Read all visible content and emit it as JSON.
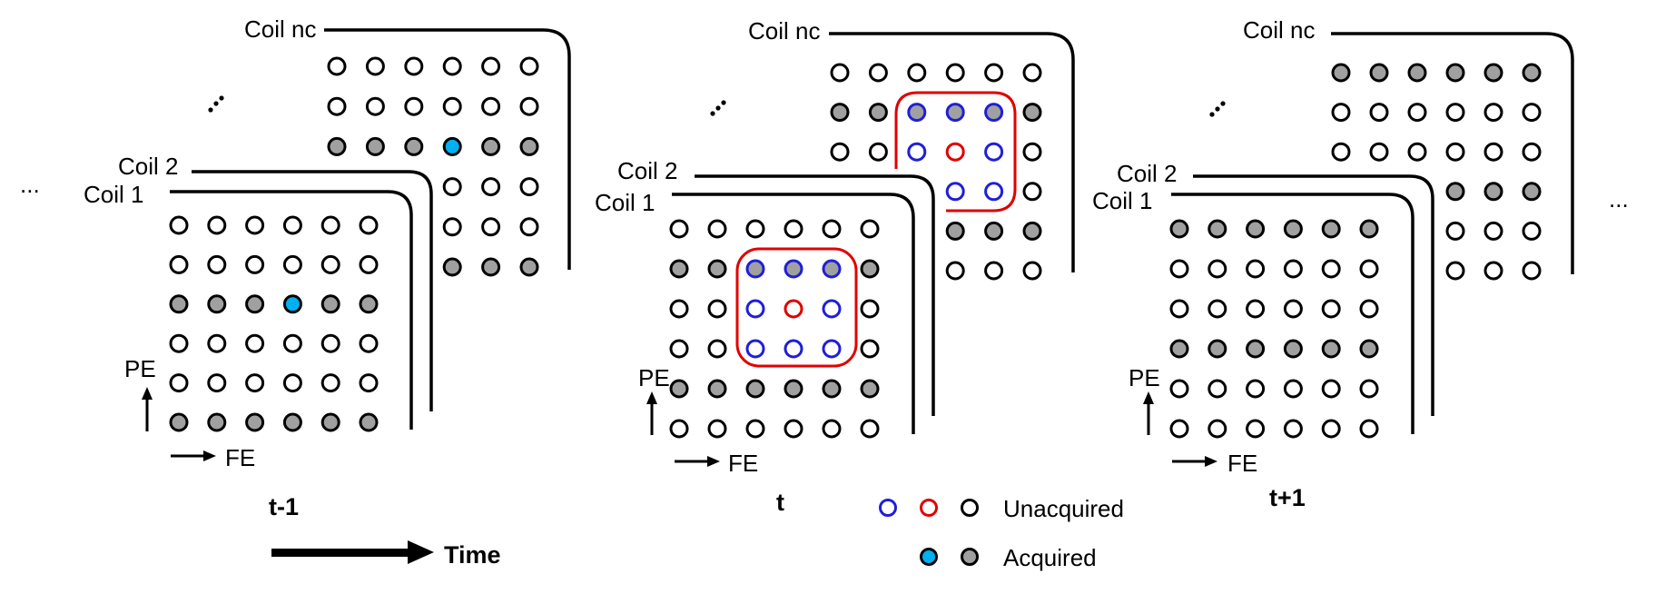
{
  "figure": {
    "legend": {
      "unacquired_label": "Unacquired",
      "acquired_label": "Acquired",
      "unacquired_symbols": [
        "blue-ring",
        "red-ring",
        "black-ring"
      ],
      "acquired_symbols": [
        "blue-filled",
        "gray-filled"
      ]
    },
    "time_label": "Time",
    "ellipsis": "...",
    "axis": {
      "pe": "PE",
      "fe": "FE"
    },
    "colors": {
      "gray_fill": "#a0a0a0",
      "blue_fill": "#00b0f0",
      "blue_ring": "#1f1fd6",
      "red_ring": "#e00000",
      "outline": "#000000"
    },
    "panels": [
      {
        "time": "t-1",
        "coil_labels": {
          "c1": "Coil 1",
          "c2": "Coil 2",
          "cnc": "Coil nc"
        },
        "coil1_rows": [
          [
            "o",
            "o",
            "o",
            "o",
            "o",
            "o"
          ],
          [
            "o",
            "o",
            "o",
            "o",
            "o",
            "o"
          ],
          [
            "g",
            "g",
            "g",
            "b",
            "g",
            "g"
          ],
          [
            "o",
            "o",
            "o",
            "o",
            "o",
            "o"
          ],
          [
            "o",
            "o",
            "o",
            "o",
            "o",
            "o"
          ],
          [
            "g",
            "g",
            "g",
            "g",
            "g",
            "g"
          ]
        ],
        "coilnc_rows": [
          [
            "o",
            "o",
            "o",
            "o",
            "o",
            "o"
          ],
          [
            "o",
            "o",
            "o",
            "o",
            "o",
            "o"
          ],
          [
            "g",
            "g",
            "g",
            "b",
            "g",
            "g"
          ],
          [
            "o",
            "o",
            "o",
            "o",
            "o",
            "o"
          ],
          [
            "o",
            "o",
            "o",
            "o",
            "o",
            "o"
          ],
          [
            "g",
            "g",
            "g",
            "g",
            "g",
            "g"
          ]
        ]
      },
      {
        "time": "t",
        "coil_labels": {
          "c1": "Coil 1",
          "c2": "Coil 2",
          "cnc": "Coil nc"
        },
        "coil1_rows": [
          [
            "o",
            "o",
            "o",
            "o",
            "o",
            "o"
          ],
          [
            "g",
            "g",
            "gB",
            "gB",
            "gB",
            "g"
          ],
          [
            "o",
            "o",
            "B",
            "R",
            "B",
            "o"
          ],
          [
            "o",
            "o",
            "B",
            "B",
            "B",
            "o"
          ],
          [
            "g",
            "g",
            "g",
            "g",
            "g",
            "g"
          ],
          [
            "o",
            "o",
            "o",
            "o",
            "o",
            "o"
          ]
        ],
        "coilnc_rows": [
          [
            "o",
            "o",
            "o",
            "o",
            "o",
            "o"
          ],
          [
            "g",
            "g",
            "gB",
            "gB",
            "gB",
            "g"
          ],
          [
            "o",
            "o",
            "B",
            "R",
            "B",
            "o"
          ],
          [
            "o",
            "o",
            "B",
            "B",
            "B",
            "o"
          ],
          [
            "g",
            "g",
            "g",
            "g",
            "g",
            "g"
          ],
          [
            "o",
            "o",
            "o",
            "o",
            "o",
            "o"
          ]
        ]
      },
      {
        "time": "t+1",
        "coil_labels": {
          "c1": "Coil 1",
          "c2": "Coil 2",
          "cnc": "Coil nc"
        },
        "coil1_rows": [
          [
            "g",
            "g",
            "g",
            "g",
            "g",
            "g"
          ],
          [
            "o",
            "o",
            "o",
            "o",
            "o",
            "o"
          ],
          [
            "o",
            "o",
            "o",
            "o",
            "o",
            "o"
          ],
          [
            "g",
            "g",
            "g",
            "g",
            "g",
            "g"
          ],
          [
            "o",
            "o",
            "o",
            "o",
            "o",
            "o"
          ],
          [
            "o",
            "o",
            "o",
            "o",
            "o",
            "o"
          ]
        ],
        "coilnc_rows": [
          [
            "g",
            "g",
            "g",
            "g",
            "g",
            "g"
          ],
          [
            "o",
            "o",
            "o",
            "o",
            "o",
            "o"
          ],
          [
            "o",
            "o",
            "o",
            "o",
            "o",
            "o"
          ],
          [
            "g",
            "g",
            "g",
            "g",
            "g",
            "g"
          ],
          [
            "o",
            "o",
            "o",
            "o",
            "o",
            "o"
          ],
          [
            "o",
            "o",
            "o",
            "o",
            "o",
            "o"
          ]
        ]
      }
    ]
  }
}
